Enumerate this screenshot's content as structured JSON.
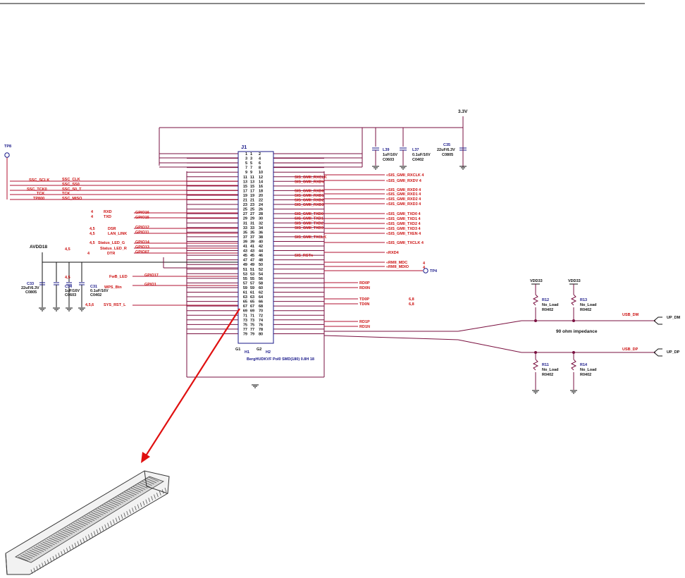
{
  "power": {
    "rail": "3.3V",
    "avdd": "AVDD18",
    "vdd_left": "VDD33",
    "vdd_right": "VDD33"
  },
  "testpoints": {
    "tp_left": "TP8",
    "tp_right": "TP4"
  },
  "connector": {
    "ref": "J1",
    "part": "BergHUDKVF PoI0 SMD(180) 0.8H  18",
    "h1": "H1",
    "h2": "H2",
    "g1": "G1",
    "g2": "G2",
    "left_pins": [
      "1",
      "3",
      "5",
      "7",
      "9",
      "11",
      "13",
      "15",
      "17",
      "19",
      "21",
      "23",
      "25",
      "27",
      "29",
      "31",
      "33",
      "35",
      "37",
      "39",
      "41",
      "43",
      "45",
      "47",
      "49",
      "51",
      "53",
      "55",
      "57",
      "59",
      "61",
      "63",
      "65",
      "67",
      "69",
      "71",
      "73",
      "75",
      "77",
      "79"
    ],
    "right_pins": [
      "2",
      "4",
      "6",
      "8",
      "10",
      "12",
      "14",
      "16",
      "18",
      "20",
      "22",
      "24",
      "26",
      "28",
      "30",
      "32",
      "34",
      "36",
      "38",
      "40",
      "42",
      "44",
      "46",
      "48",
      "50",
      "52",
      "54",
      "56",
      "58",
      "60",
      "62",
      "64",
      "66",
      "68",
      "70",
      "72",
      "74",
      "76",
      "78",
      "80"
    ]
  },
  "caps": [
    {
      "ref": "L39",
      "value": "1uF/16V",
      "pkg": "C0603"
    },
    {
      "ref": "L37",
      "value": "0.1uF/16V",
      "pkg": "C0402"
    },
    {
      "ref": "C35",
      "value": "22uF/6.3V",
      "pkg": "C0805"
    },
    {
      "ref": "C33",
      "value": "22uF/6.3V",
      "pkg": "C0805"
    },
    {
      "ref": "C34",
      "value": "1uF/16V",
      "pkg": "C0603"
    },
    {
      "ref": "C31",
      "value": "0.1uF/16V",
      "pkg": "C0402"
    }
  ],
  "left_nets": {
    "far": [
      "SSC_SCLK",
      "SSC_TCK0",
      "TCK",
      "TP800"
    ],
    "near": [
      "SSC_CLK",
      "SSC_SS0",
      "SSC_S0_T",
      "TCK",
      "SSC_MISO"
    ],
    "mid": [
      {
        "idx": "4",
        "name": "RXD",
        "gpio": "GPIO16"
      },
      {
        "idx": "4",
        "name": "TXD",
        "gpio": "GPIO15"
      },
      {
        "idx": "4,5",
        "name": "DSR",
        "gpio": "GPIO12"
      },
      {
        "idx": "4,5",
        "name": "LAN_LINK",
        "gpio": "GPIO11"
      },
      {
        "idx": "4,5",
        "name": "Status_LED_G",
        "gpio": "GPIO14"
      },
      {
        "idx": "",
        "name": "Status_LED_R",
        "gpio": "GPIO13"
      },
      {
        "idx": "4",
        "name": "DTR",
        "gpio": "GPIO07"
      }
    ],
    "avdd_idx": "4,5",
    "fw_led": "FwB_LED",
    "fw_gpio": "GPIO17",
    "wps": "WPS_Btn",
    "wps_gpio": "GPIO1",
    "c_idx": "4,5",
    "sys_rst_idx": "4,5,6",
    "sys_rst": "SYS_RST_L"
  },
  "right_nets": {
    "inner": [
      "SIS_GMII_RXCLK",
      "SIS_GMII_RXDV",
      "",
      "SIS_GMII_RXD0",
      "SIS_GMII_RXD1",
      "SIS_GMII_RXD2",
      "SIS_GMII_RXD3",
      "",
      "SIS_GMII_TXD0",
      "SIS_GMII_TXD1",
      "SIS_GMII_TXD2",
      "SIS_GMII_TXD3",
      "",
      "SIS_GMII_TXCLK",
      "",
      "",
      "",
      "SIS_RSTn"
    ],
    "outer": [
      "SIS_GMII_RXCLK 4",
      "SIS_GMII_RXDV 4",
      "SIS_GMII_RXD0 4",
      "SIS_GMII_RXD1 4",
      "SIS_GMII_RXD2 4",
      "SIS_GMII_RXD3 4",
      "SIS_GMII_TXD0 4",
      "SIS_GMII_TXD1 4",
      "SIS_GMII_TXD2 4",
      "SIS_GMII_TXD3 4",
      "SIS_GMII_TXEN 4",
      "SIS_GMII_TXCLK 4",
      "RXD4",
      "RMII_MDC",
      "RMII_MDIO"
    ],
    "mdc_idx": "4",
    "mdio_idx": "4",
    "rd0p": "RD0P",
    "rd0n": "RD0N",
    "td0p": "TD0P",
    "td0n": "TD0N",
    "rd1p": "RD1P",
    "rd1n": "RD1N",
    "td_idx1": "6,8",
    "td_idx2": "6,8"
  },
  "usb": {
    "r12": {
      "ref": "R12",
      "value": "No_Load",
      "pkg": "R0402"
    },
    "r13": {
      "ref": "R13",
      "value": "No_Load",
      "pkg": "R0402"
    },
    "r11": {
      "ref": "R11",
      "value": "No_Load",
      "pkg": "R0402"
    },
    "r14": {
      "ref": "R14",
      "value": "No_Load",
      "pkg": "R0402"
    },
    "usb_dm": "USB_DM",
    "usb_dp": "USB_DP",
    "up_dm": "UP_DM",
    "up_dp": "UP_DP",
    "impedance": "90 ohm impedance"
  },
  "colors": {
    "wire": "#7a1040",
    "net": "#cc1111",
    "ref": "#1a1a8a",
    "arrow": "#e01010"
  }
}
